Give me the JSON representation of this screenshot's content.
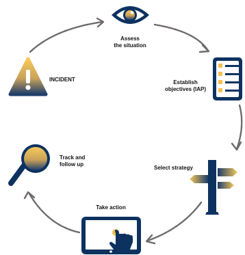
{
  "colors": {
    "navy": "#0d3260",
    "gold": "#f2c14e",
    "gold_light": "#f9d77a",
    "arrow": "#6f6a6a",
    "white": "#ffffff"
  },
  "steps": [
    {
      "id": "assess",
      "icon": "eye-icon",
      "lines": [
        "Assess",
        "the situation"
      ]
    },
    {
      "id": "objectives",
      "icon": "checklist-icon",
      "lines": [
        "Establish",
        "objectives (IAP)"
      ]
    },
    {
      "id": "strategy",
      "icon": "signpost-icon",
      "lines": [
        "Select strategy"
      ]
    },
    {
      "id": "action",
      "icon": "tablet-touch-icon",
      "lines": [
        "Take action"
      ]
    },
    {
      "id": "track",
      "icon": "magnifier-icon",
      "lines": [
        "Track and",
        "follow up"
      ]
    },
    {
      "id": "incident",
      "icon": "warning-icon",
      "lines": [
        "INCIDENT"
      ]
    }
  ]
}
